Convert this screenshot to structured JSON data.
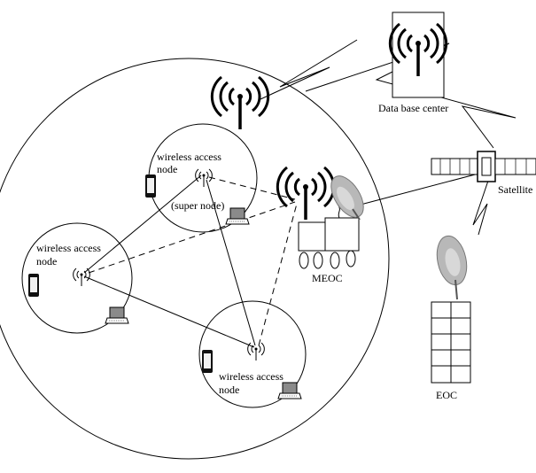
{
  "labels": {
    "database_center": "Data base center",
    "satellite": "Satellite",
    "meoc": "MEOC",
    "eoc": "EOC",
    "node_tl_line1": "wireless access",
    "node_tl_line2": "node",
    "node_tl_super": "(super node)",
    "node_left_line1": "wireless access",
    "node_left_line2": "node",
    "node_bottom_line1": "wireless access",
    "node_bottom_line2": "node"
  },
  "icons": [
    "antenna-icon",
    "phone-icon",
    "laptop-icon",
    "satellite-dish-icon",
    "satellite-icon",
    "vehicle-icon",
    "building-icon"
  ],
  "colors": {
    "stroke": "#000000",
    "dish": "#b8b8b8",
    "screen": "#8a8a8a"
  }
}
